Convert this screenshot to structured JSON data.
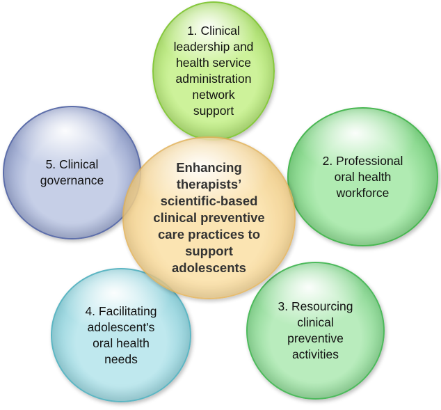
{
  "center": {
    "text": "Enhancing\ntherapists’\nscientific-based\nclinical preventive\ncare practices to\nsupport\nadolescents",
    "fill": "#fbe0a6",
    "stroke": "#e1b25a"
  },
  "satellites": [
    {
      "id": "clinical-leadership",
      "text": "1. Clinical\nleadership and\nhealth service\nadministration\nnetwork\nsupport",
      "fill": "#cdf29a",
      "stroke": "#86c83d"
    },
    {
      "id": "professional-workforce",
      "text": "2. Professional\noral health\nworkforce",
      "fill": "#b0ebb2",
      "stroke": "#49b752"
    },
    {
      "id": "resourcing-activities",
      "text": "3. Resourcing\nclinical\npreventive\nactivities",
      "fill": "#b9ecbd",
      "stroke": "#4dba5c"
    },
    {
      "id": "adolescent-needs",
      "text": "4. Facilitating\nadolescent's\noral health\nneeds",
      "fill": "#bfe8ee",
      "stroke": "#5db6c3"
    },
    {
      "id": "clinical-governance",
      "text": "5. Clinical\ngovernance",
      "fill": "#c6cfe7",
      "stroke": "#5d6eaa"
    }
  ]
}
